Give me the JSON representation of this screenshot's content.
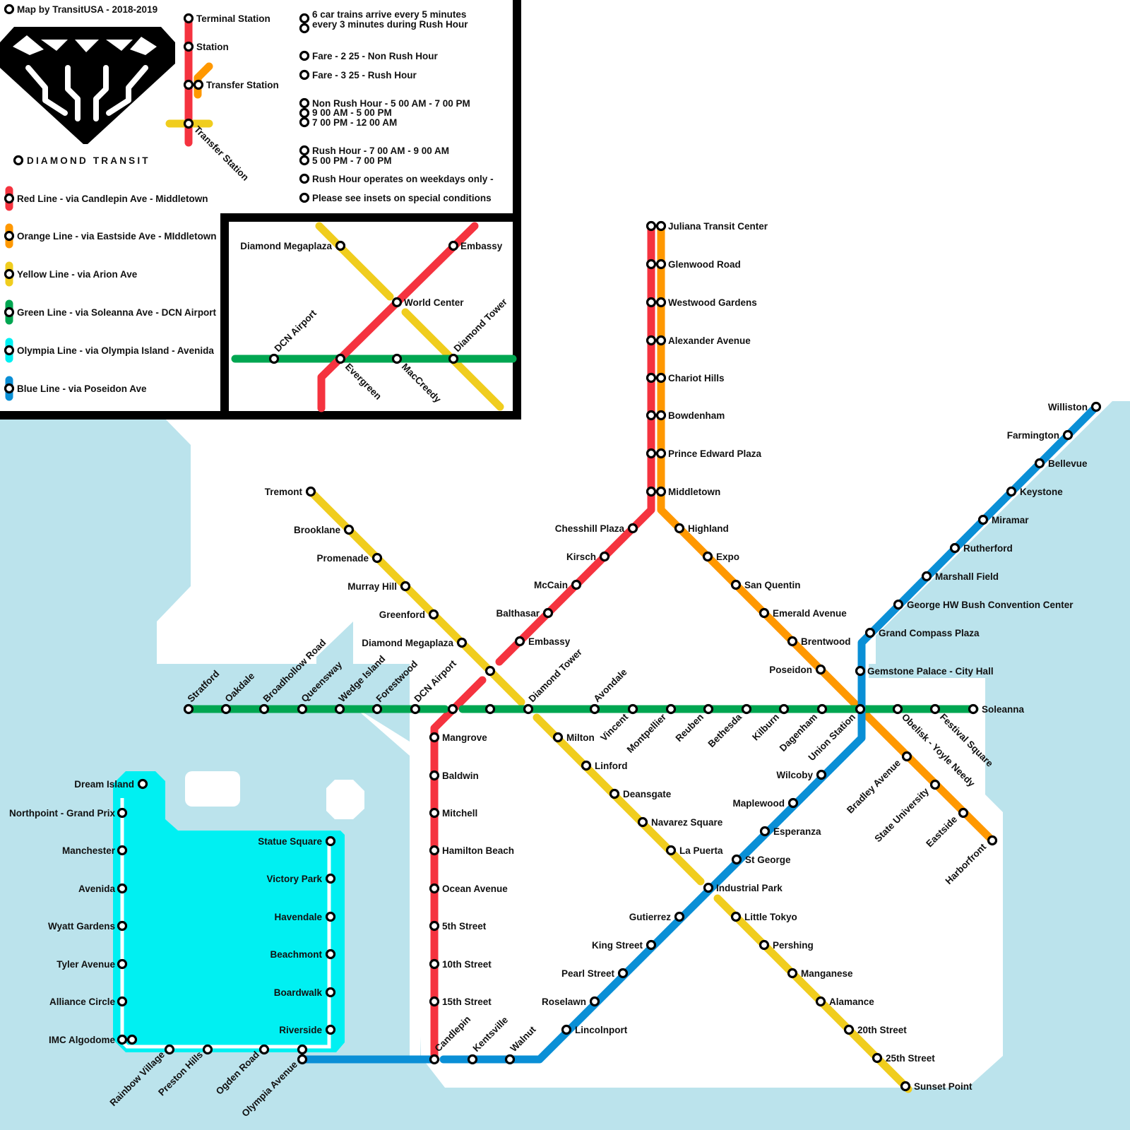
{
  "credit": "Map by TransitUSA - 2018-2019",
  "brand": "DIAMOND TRANSIT",
  "colors": {
    "red": "#f5333f",
    "orange": "#ff9800",
    "yellow": "#f0cd1e",
    "green": "#00a651",
    "olympia": "#00f0f2",
    "blue": "#0a8fd6",
    "water": "#bbe3ec",
    "ink": "#000000"
  },
  "key": {
    "terminal": "Terminal Station",
    "station": "Station",
    "transfer": "Transfer Station",
    "transfer2": "Transfer Station"
  },
  "info": [
    "6 car trains arrive every 5 minutes",
    "every 3 minutes during Rush Hour",
    "Fare - 2 25 - Non Rush Hour",
    "Fare - 3 25 - Rush Hour",
    "Non Rush Hour - 5 00 AM - 7 00 PM",
    "9 00 AM - 5 00 PM",
    "7 00 PM - 12 00 AM",
    "Rush Hour -        7 00 AM - 9 00 AM",
    "5 00 PM - 7 00 PM",
    "Rush Hour operates on weekdays only -",
    "Please see insets on special conditions"
  ],
  "lines": [
    {
      "name": "Red Line - via Candlepin Ave - Middletown",
      "color": "#f5333f"
    },
    {
      "name": "Orange Line - via Eastside Ave - MIddletown",
      "color": "#ff9800"
    },
    {
      "name": "Yellow Line - via Arion Ave",
      "color": "#f0cd1e"
    },
    {
      "name": "Green Line - via Soleanna Ave - DCN Airport",
      "color": "#00a651"
    },
    {
      "name": "Olympia Line - via Olympia Island - Avenida",
      "color": "#00f0f2"
    },
    {
      "name": "Blue Line - via Poseidon Ave",
      "color": "#0a8fd6"
    }
  ],
  "inset_stations": [
    "Diamond Megaplaza",
    "Embassy",
    "World Center",
    "Diamond Tower",
    "DCN Airport",
    "Evergreen",
    "MacCreedy"
  ],
  "stations": [
    "Juliana Transit Center",
    "Glenwood Road",
    "Westwood Gardens",
    "Alexander Avenue",
    "Chariot Hills",
    "Bowdenham",
    "Prince Edward Plaza",
    "Middletown",
    "Chesshill Plaza",
    "Kirsch",
    "McCain",
    "Balthasar",
    "Embassy",
    "Highland",
    "Expo",
    "San Quentin",
    "Emerald Avenue",
    "Brentwood",
    "Poseidon",
    "Tremont",
    "Brooklane",
    "Promenade",
    "Murray Hill",
    "Greenford",
    "Diamond Megaplaza",
    "Stratford",
    "Oakdale",
    "Broadhollow Road",
    "Queensway",
    "Wedge Island",
    "Forestwood",
    "DCN Airport",
    "Diamond Tower",
    "Avondale",
    "Vincent",
    "Montpellier",
    "Reuben",
    "Bethesda",
    "Kilburn",
    "Dagenham",
    "Union Station",
    "Obelisk - Yoyle Needy",
    "Festival Square",
    "Soleanna",
    "Milton",
    "Linford",
    "Deansgate",
    "Navarez Square",
    "La Puerta",
    "Little Tokyo",
    "Pershing",
    "Manganese",
    "Alamance",
    "20th Street",
    "25th Street",
    "Sunset Point",
    "Mangrove",
    "Baldwin",
    "Mitchell",
    "Hamilton Beach",
    "Ocean Avenue",
    "5th Street",
    "10th Street",
    "15th Street",
    "Candlepin",
    "Kentsville",
    "Walnut",
    "Lincolnport",
    "Roselawn",
    "Pearl Street",
    "King Street",
    "Gutierrez",
    "Industrial Park",
    "St George",
    "Esperanza",
    "Maplewood",
    "Wilcoby",
    "Gemstone Palace - City Hall",
    "Grand Compass Plaza",
    "George HW Bush Convention Center",
    "Marshall Field",
    "Rutherford",
    "Miramar",
    "Keystone",
    "Bellevue",
    "Farmington",
    "Williston",
    "Bradley Avenue",
    "State University",
    "Eastside",
    "Harborfront",
    "Dream Island",
    "Northpoint - Grand Prix",
    "Manchester",
    "Avenida",
    "Wyatt Gardens",
    "Tyler Avenue",
    "Alliance Circle",
    "IMC Algodome",
    "Rainbow Village",
    "Preston Hills",
    "Ogden Road",
    "Olympia Avenue",
    "Statue Square",
    "Victory Park",
    "Havendale",
    "Beachmont",
    "Boardwalk",
    "Riverside"
  ]
}
